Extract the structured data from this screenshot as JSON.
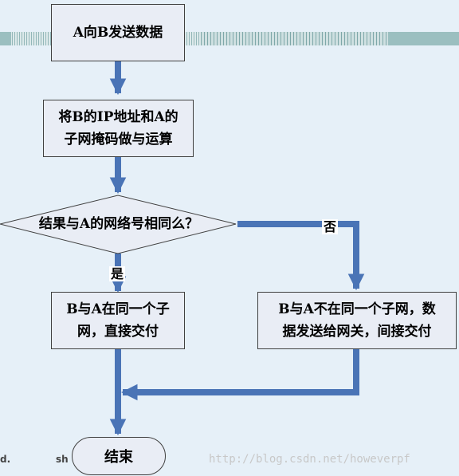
{
  "nodes": {
    "start": "A向B发送数据",
    "compute_line1": "将B的IP地址和A的",
    "compute_line2": "子网掩码做与运算",
    "decision": "结果与A的网络号相同么？",
    "same_line1": "B与A在同一个子",
    "same_line2": "网，直接交付",
    "diff_line1": "B与A不在同一个子网，数",
    "diff_line2": "据发送给网关，间接交付",
    "end": "结束"
  },
  "edges": {
    "yes_label": "是",
    "no_label": "否"
  },
  "background": {
    "fragment_left": "d.",
    "fragment_mid": "sh",
    "watermark": "http://blog.csdn.net/howeverpf"
  },
  "colors": {
    "arrow": "#4a74b6",
    "box_fill": "#e9edf5",
    "background": "#e6f0f8"
  }
}
